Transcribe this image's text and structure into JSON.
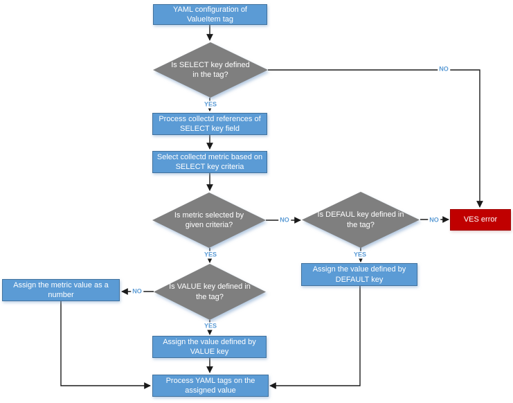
{
  "diagram": {
    "type": "flowchart",
    "nodes": {
      "yaml_config": "YAML configuration of ValueItem tag",
      "select_key": "Is SELECT key defined in the tag?",
      "process_refs": "Process collectd references of SELECT key field",
      "select_metric": "Select collectd metric based on SELECT key criteria",
      "metric_selected": "Is metric selected by given criteria?",
      "default_key": "Is DEFAUL key defined in the tag?",
      "ves_error": "VES error",
      "assign_default": "Assign the value defined by DEFAULT key",
      "value_key": "Is VALUE key defined in the tag?",
      "assign_metric": "Assign the metric value as a number",
      "assign_value": "Assign the value defined by VALUE key",
      "process_yaml": "Process YAML tags on the assigned value"
    },
    "edge_labels": {
      "select_yes": "YES",
      "select_no": "NO",
      "metric_yes": "YES",
      "metric_no": "NO",
      "default_yes": "YES",
      "default_no": "NO",
      "value_yes": "YES",
      "value_no": "NO"
    },
    "colors": {
      "process_fill": "#5B9BD5",
      "process_border": "#41719C",
      "decision_fill": "#7F7F7F",
      "error_fill": "#C00000",
      "error_border": "#A00000",
      "edge_label_text": "#5B9BD5",
      "connector": "#1A1A1A",
      "node_text": "#FFFFFF",
      "background": "#FFFFFF"
    }
  }
}
